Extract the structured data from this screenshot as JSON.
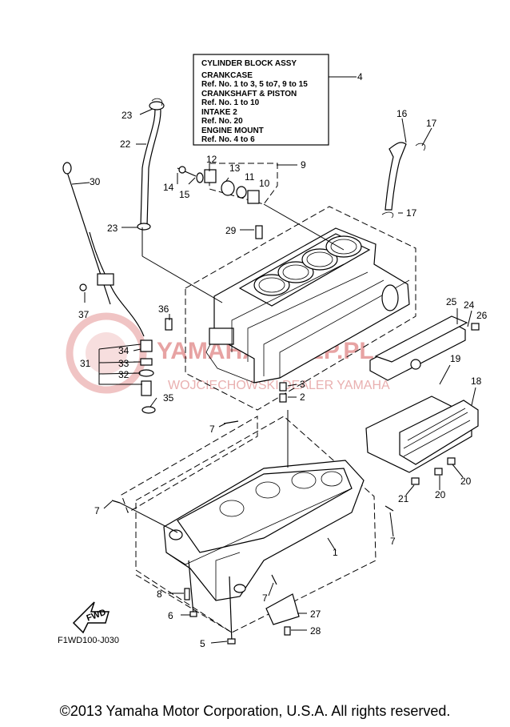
{
  "info_box": {
    "lines": [
      "CYLINDER BLOCK ASSY",
      "CRANKCASE",
      "Ref. No. 1 to 3, 5 to7, 9 to 15",
      "CRANKSHAFT & PISTON",
      "Ref. No. 1 to 10",
      "INTAKE 2",
      "Ref. No. 20",
      "ENGINE MOUNT",
      "Ref. No. 4 to 6"
    ]
  },
  "watermark": {
    "main": "YAMAHASKLEP.PL",
    "sub": "WOJCIECHOWSKI DEALER YAMAHA"
  },
  "callouts": [
    "4",
    "23",
    "22",
    "16",
    "17",
    "12",
    "13",
    "9",
    "11",
    "10",
    "14",
    "15",
    "30",
    "17",
    "23",
    "29",
    "36",
    "37",
    "25",
    "24",
    "26",
    "34",
    "31",
    "33",
    "32",
    "3",
    "2",
    "35",
    "19",
    "18",
    "7",
    "20",
    "20",
    "21",
    "7",
    "7",
    "1",
    "8",
    "7",
    "6",
    "27",
    "5",
    "28"
  ],
  "fwd_label": "FWD",
  "diagram_code": "F1WD100-J030",
  "copyright": "©2013 Yamaha Motor Corporation, U.S.A. All rights reserved."
}
